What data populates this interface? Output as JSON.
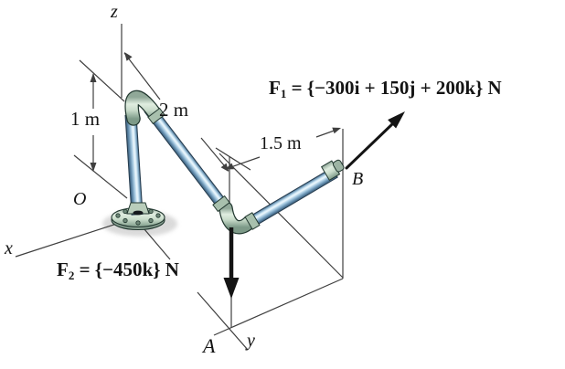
{
  "figure": {
    "axes": {
      "x": "x",
      "y": "y",
      "z": "z"
    },
    "points": {
      "origin": "O",
      "a": "A",
      "b": "B"
    },
    "dimensions": {
      "vertical_height": "1 m",
      "diagonal_segment": "2 m",
      "horizontal_segment": "1.5 m"
    },
    "forces": {
      "f1": {
        "parts": [
          {
            "t": "F",
            "s": "b"
          },
          {
            "t": "1",
            "s": "sub"
          },
          {
            "t": " = {−300",
            "s": ""
          },
          {
            "t": "i",
            "s": "b"
          },
          {
            "t": " + 150",
            "s": ""
          },
          {
            "t": "j",
            "s": "b"
          },
          {
            "t": " + 200",
            "s": ""
          },
          {
            "t": "k",
            "s": "b"
          },
          {
            "t": "} N",
            "s": ""
          }
        ]
      },
      "f2": {
        "parts": [
          {
            "t": "F",
            "s": "b"
          },
          {
            "t": "2",
            "s": "sub"
          },
          {
            "t": " = {−450",
            "s": ""
          },
          {
            "t": "k",
            "s": "b"
          },
          {
            "t": "} N",
            "s": ""
          }
        ]
      }
    }
  },
  "colors": {
    "background": "#ffffff",
    "line": "#3f3f3f",
    "ink": "#141414",
    "pipe": "#a9cce3",
    "fitting": "#c9dccb"
  }
}
